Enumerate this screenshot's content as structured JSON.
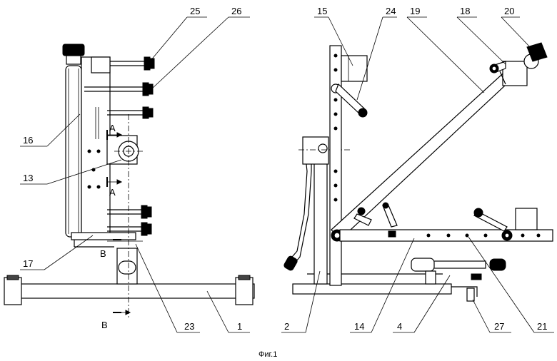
{
  "figure": {
    "caption": "Фиг.1",
    "section_labels": [
      "A",
      "A",
      "B",
      "B"
    ],
    "callouts": [
      "25",
      "26",
      "16",
      "13",
      "17",
      "23",
      "1",
      "15",
      "24",
      "19",
      "18",
      "20",
      "2",
      "14",
      "4",
      "27",
      "21"
    ]
  }
}
